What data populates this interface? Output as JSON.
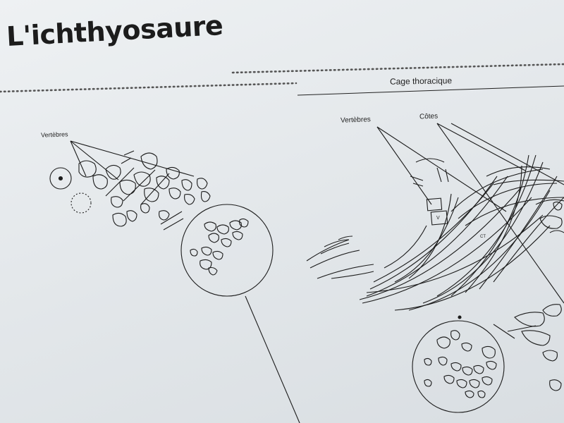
{
  "panel": {
    "title": "L'ichthyosaure",
    "section_label": "Cage thoracique",
    "labels": {
      "vertebres_left": "Vertèbres",
      "vertebres_right": "Vertèbres",
      "cotes": "Côtes",
      "ct": "CT",
      "v": "V"
    }
  },
  "colors": {
    "background": "#e4e8eb",
    "ink": "#1c1c1c",
    "dots": "#555555"
  }
}
